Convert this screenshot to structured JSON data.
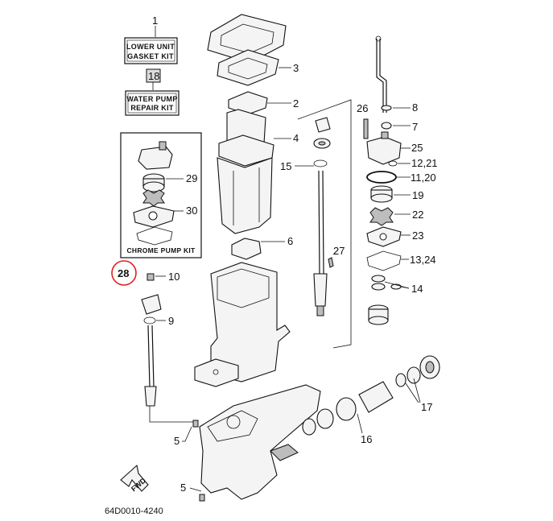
{
  "kits": {
    "lower_unit_number": "1",
    "lower_unit_line1": "LOWER UNIT",
    "lower_unit_line2": "GASKET KIT",
    "water_pump_number": "18",
    "water_pump_line1": "WATER PUMP",
    "water_pump_line2": "REPAIR KIT",
    "chrome_pump_label": "CHROME PUMP KIT",
    "chrome_pump_number": "28"
  },
  "callouts": {
    "c2": "2",
    "c3": "3",
    "c4": "4",
    "c5a": "5",
    "c5b": "5",
    "c6": "6",
    "c7": "7",
    "c8": "8",
    "c9": "9",
    "c10": "10",
    "c11_20": "11,20",
    "c12_21": "12,21",
    "c13_24": "13,24",
    "c14": "14",
    "c15": "15",
    "c16": "16",
    "c17": "17",
    "c19": "19",
    "c22": "22",
    "c23": "23",
    "c25": "25",
    "c26": "26",
    "c27": "27",
    "c29": "29",
    "c30": "30"
  },
  "fwd_label": "FWD",
  "diagram_code": "64D0010-4240",
  "highlight_color": "#e02020"
}
